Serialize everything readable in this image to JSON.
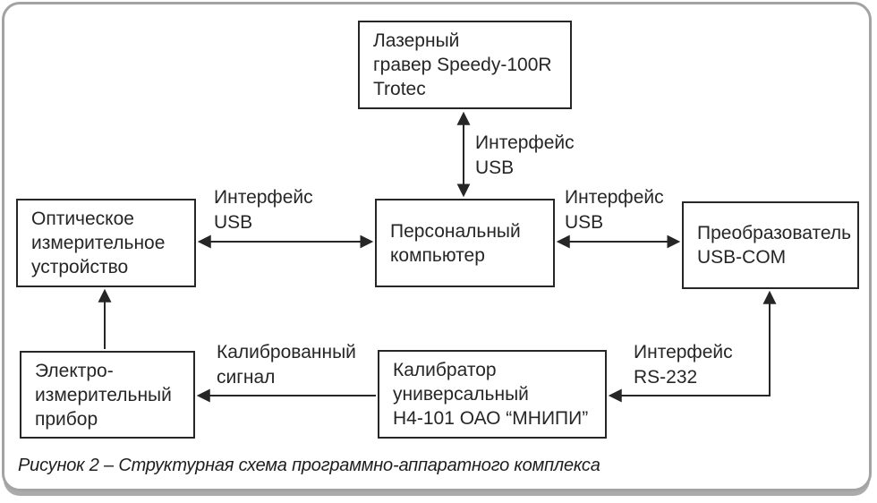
{
  "diagram": {
    "blocks": {
      "laser": {
        "text": "Лазерный\nгравер Speedy-100R\nTrotec"
      },
      "optical": {
        "text": "Оптическое\nизмерительное\nустройство"
      },
      "pc": {
        "text": "Персональный\nкомпьютер"
      },
      "usb_com": {
        "text": "Преобразователь\nUSB-COM"
      },
      "electro": {
        "text": "Электро-\nизмерительный\nприбор"
      },
      "calibrator": {
        "text": "Калибратор\nуниверсальный\nН4-101 ОАО “МНИПИ”"
      }
    },
    "connection_labels": {
      "usb_top": "Интерфейс\nUSB",
      "usb_left": "Интерфейс\nUSB",
      "usb_right": "Интерфейс\nUSB",
      "rs232": "Интерфейс\nRS-232",
      "calibrated_signal": "Калиброванный\nсигнал"
    },
    "connections": [
      {
        "from": "laser",
        "to": "pc",
        "style": "double-arrow",
        "label": "Интерфейс USB"
      },
      {
        "from": "optical",
        "to": "pc",
        "style": "double-arrow",
        "label": "Интерфейс USB"
      },
      {
        "from": "pc",
        "to": "usb_com",
        "style": "double-arrow",
        "label": "Интерфейс USB"
      },
      {
        "from": "usb_com",
        "to": "calibrator",
        "style": "double-arrow-elbow",
        "label": "Интерфейс RS-232"
      },
      {
        "from": "calibrator",
        "to": "electro",
        "style": "arrow",
        "label": "Калиброванный сигнал"
      },
      {
        "from": "electro",
        "to": "optical",
        "style": "arrow",
        "label": ""
      }
    ],
    "colors": {
      "line": "#262626",
      "box_border": "#262626",
      "card_border": "#a3a3a3",
      "background": "#ffffff",
      "text": "#262626"
    }
  },
  "caption": "Рисунок 2 – Структурная схема программно-аппаратного комплекса"
}
